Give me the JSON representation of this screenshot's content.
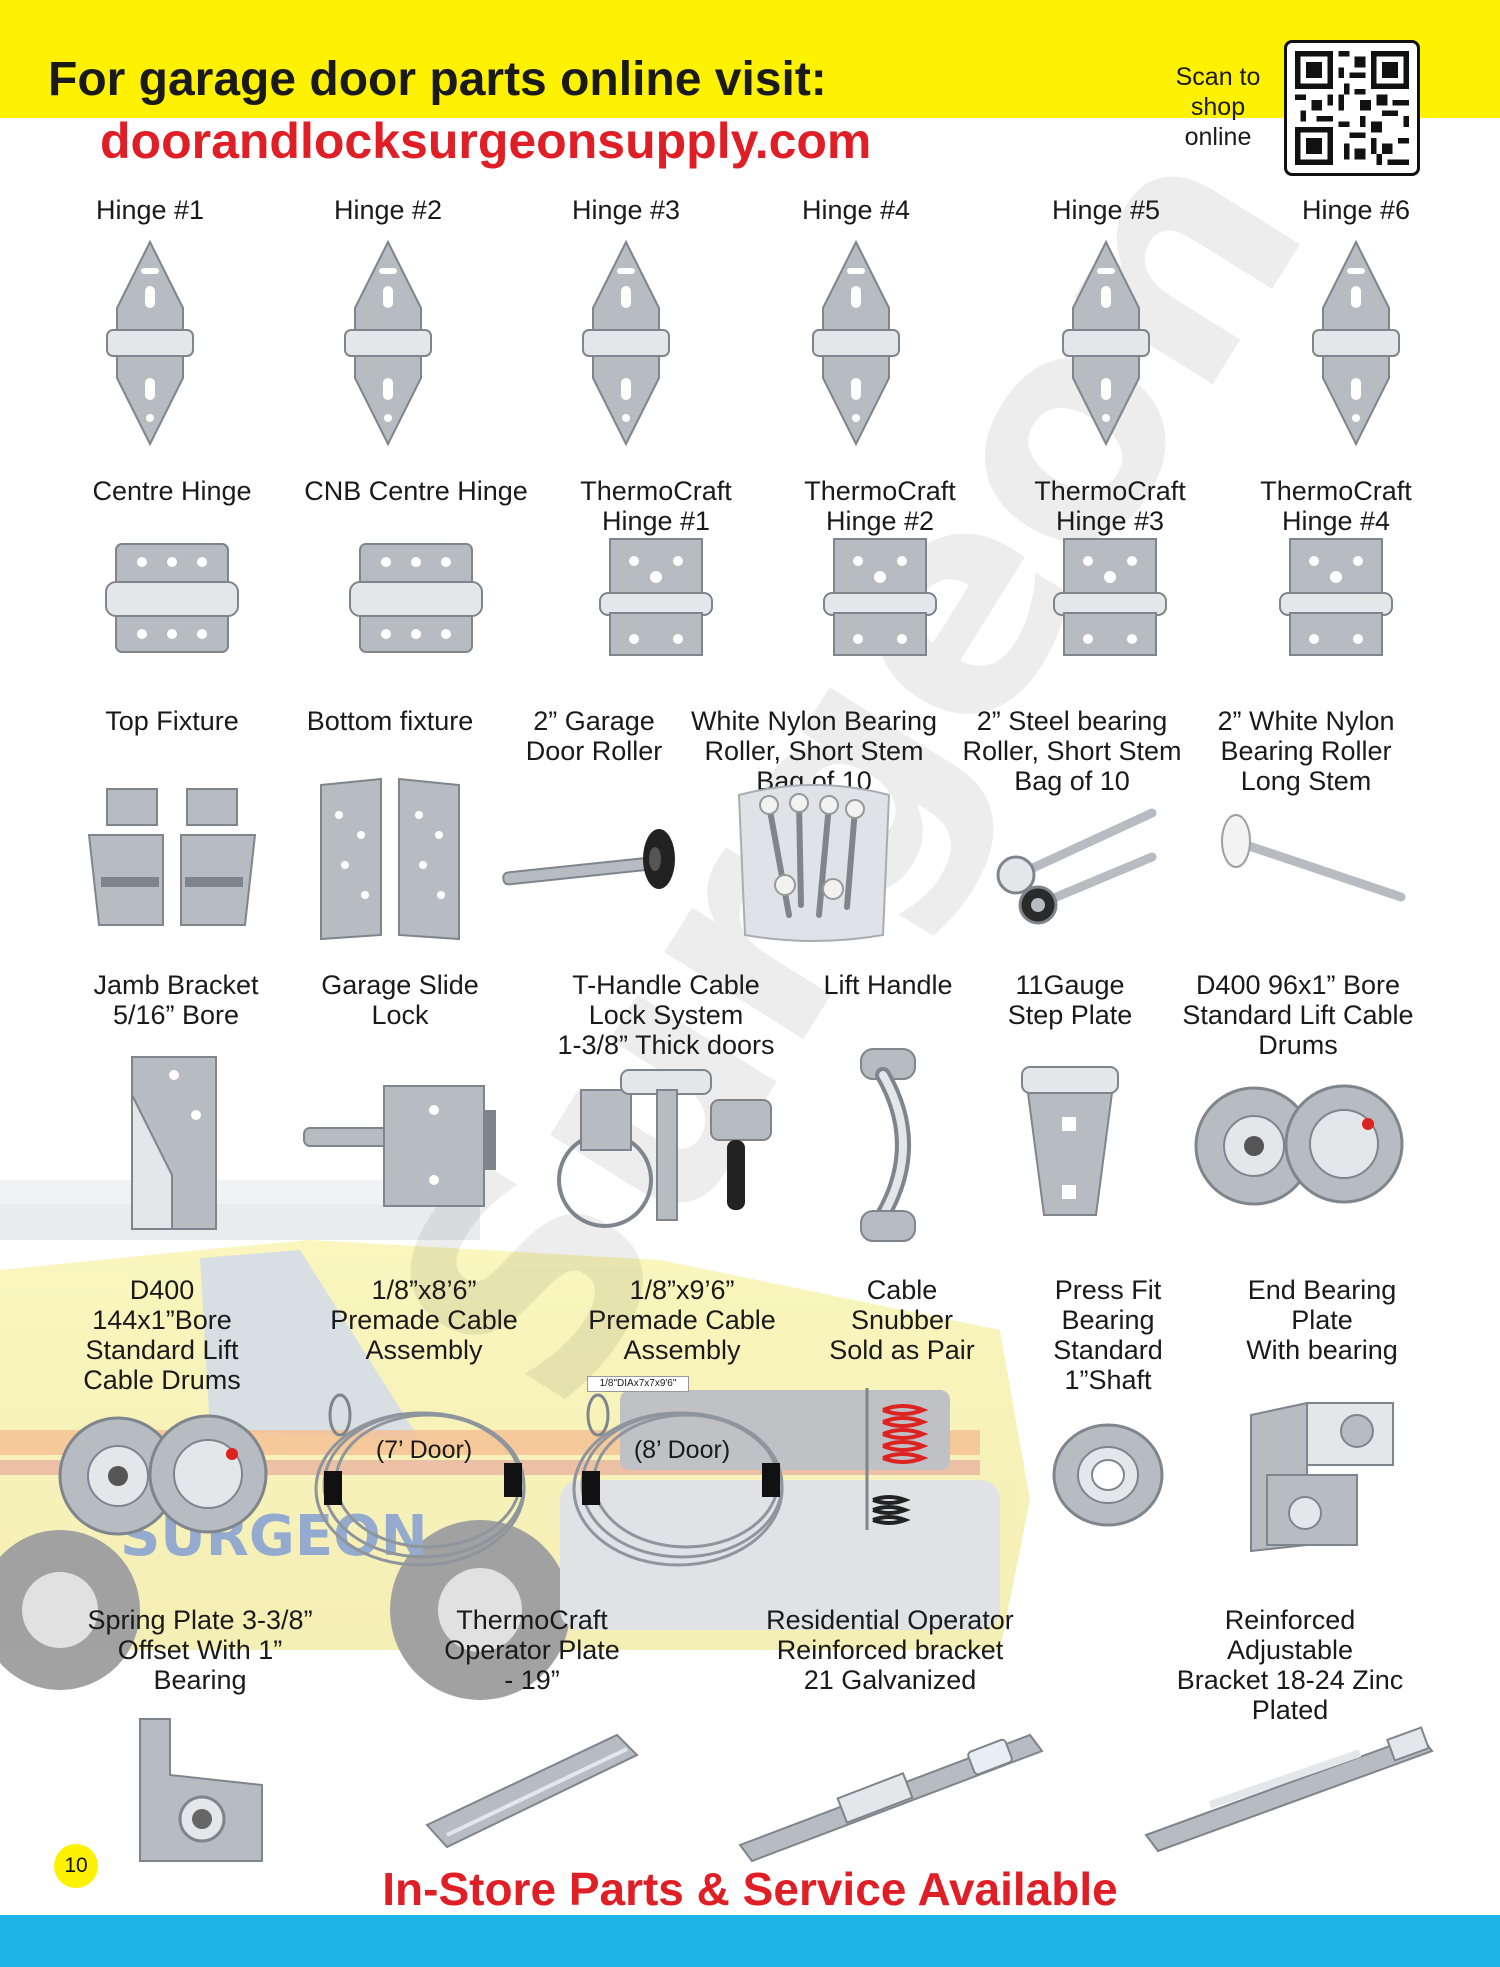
{
  "header": {
    "headline": "For garage door parts online visit:",
    "url": "doorandlocksurgeonsupply.com",
    "scan_text": [
      "Scan to",
      "shop",
      "online"
    ]
  },
  "watermark": "Surgeon",
  "truck_logo_text": "SURGEON",
  "rows": [
    [
      {
        "label": [
          "Hinge #1"
        ],
        "image": "hinge"
      },
      {
        "label": [
          "Hinge #2"
        ],
        "image": "hinge"
      },
      {
        "label": [
          "Hinge #3"
        ],
        "image": "hinge"
      },
      {
        "label": [
          "Hinge #4"
        ],
        "image": "hinge"
      },
      {
        "label": [
          "Hinge #5"
        ],
        "image": "hinge"
      },
      {
        "label": [
          "Hinge #6"
        ],
        "image": "hinge"
      }
    ],
    [
      {
        "label": [
          "Centre Hinge"
        ],
        "image": "center-hinge"
      },
      {
        "label": [
          "CNB Centre Hinge"
        ],
        "image": "center-hinge"
      },
      {
        "label": [
          "ThermoCraft",
          "Hinge #1"
        ],
        "image": "bracket-hinge"
      },
      {
        "label": [
          "ThermoCraft",
          "Hinge #2"
        ],
        "image": "bracket-hinge"
      },
      {
        "label": [
          "ThermoCraft",
          "Hinge #3"
        ],
        "image": "bracket-hinge"
      },
      {
        "label": [
          "ThermoCraft",
          "Hinge #4"
        ],
        "image": "bracket-hinge"
      }
    ],
    [
      {
        "label": [
          "Top Fixture"
        ],
        "image": "top-fixture"
      },
      {
        "label": [
          "Bottom fixture"
        ],
        "image": "bottom-fixture"
      },
      {
        "label": [
          "2” Garage",
          "Door Roller"
        ],
        "image": "roller"
      },
      {
        "label": [
          "White Nylon Bearing",
          "Roller, Short Stem",
          "Bag of 10"
        ],
        "image": "roller-bag"
      },
      {
        "label": [
          "2” Steel bearing",
          "Roller, Short Stem",
          "Bag of 10"
        ],
        "image": "steel-rollers"
      },
      {
        "label": [
          "2” White Nylon",
          "Bearing Roller",
          "Long Stem"
        ],
        "image": "nylon-roller"
      }
    ],
    [
      {
        "label": [
          "Jamb Bracket",
          "5/16” Bore"
        ],
        "image": "jamb-bracket"
      },
      {
        "label": [
          "Garage Slide",
          "Lock"
        ],
        "image": "slide-lock"
      },
      {
        "label": [
          "T-Handle Cable",
          "Lock System",
          "1-3/8” Thick doors"
        ],
        "image": "t-handle"
      },
      {
        "label": [
          "Lift Handle"
        ],
        "image": "lift-handle"
      },
      {
        "label": [
          "11Gauge",
          "Step Plate"
        ],
        "image": "step-plate"
      },
      {
        "label": [
          "D400 96x1” Bore",
          "Standard Lift Cable",
          "Drums"
        ],
        "image": "drums"
      }
    ],
    [
      {
        "label": [
          "D400",
          "144x1”Bore",
          "Standard Lift",
          "Cable Drums"
        ],
        "image": "drums"
      },
      {
        "label": [
          "1/8”x8’6”",
          "Premade Cable",
          "Assembly"
        ],
        "image": "cable",
        "note": "(7’ Door)"
      },
      {
        "label": [
          "1/8”x9’6”",
          "Premade Cable",
          "Assembly"
        ],
        "image": "cable",
        "note": "(8’ Door)",
        "tag": "1/8\"DIAx7x7x9'6\""
      },
      {
        "label": [
          "Cable",
          "Snubber",
          "Sold as Pair"
        ],
        "image": "snubber"
      },
      {
        "label": [
          "Press Fit",
          "Bearing",
          "Standard",
          "1”Shaft"
        ],
        "image": "bearing"
      },
      {
        "label": [
          "End Bearing",
          "Plate",
          "With bearing"
        ],
        "image": "end-plate"
      }
    ],
    [
      {
        "label": [
          "Spring Plate 3-3/8”",
          "Offset With 1”",
          "Bearing"
        ],
        "image": "spring-plate"
      },
      {
        "label": [
          "ThermoCraft",
          "Operator Plate",
          "- 19”"
        ],
        "image": "operator-plate"
      },
      {
        "label": [
          "Residential Operator",
          "Reinforced bracket",
          "21 Galvanized"
        ],
        "image": "operator-bracket"
      },
      {
        "label": [
          "Reinforced",
          "Adjustable",
          "Bracket 18-24 Zinc",
          "Plated"
        ],
        "image": "adjustable-bracket"
      }
    ]
  ],
  "footer": {
    "text": "In-Store Parts & Service Available",
    "page_number": "10"
  },
  "colors": {
    "header_yellow": "#fff200",
    "url_red": "#e01e26",
    "bottom_blue": "#1fb4e6",
    "steel": "#b9bec4"
  }
}
